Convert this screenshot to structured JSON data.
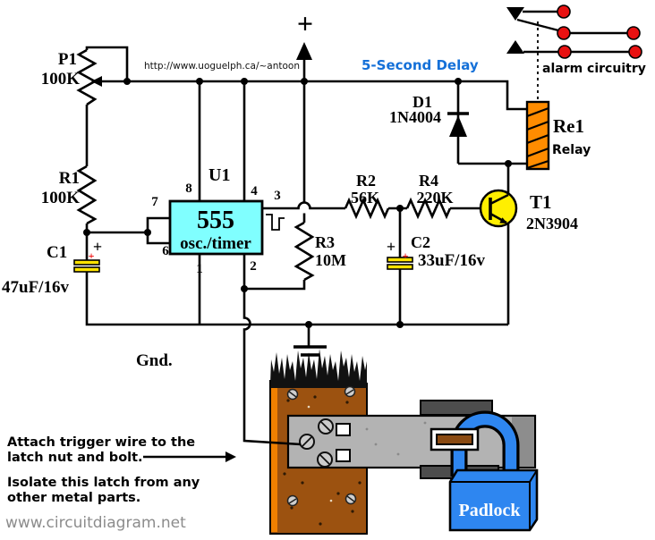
{
  "watermarks": {
    "source_url": "http://www.uoguelph.ca/~antoon",
    "site": "www.circuitdiagram.net"
  },
  "annotations": {
    "delay": "5-Second Delay",
    "alarm": "alarm circuitry",
    "supply_plus": "+",
    "polarity_plus": "+",
    "ground": "Gnd.",
    "note_attach_1": "Attach trigger wire to the",
    "note_attach_2": "latch nut and bolt.",
    "note_isolate_1": "Isolate this latch from any",
    "note_isolate_2": "other metal parts.",
    "padlock": "Padlock"
  },
  "components": {
    "p1": {
      "ref": "P1",
      "value": "100K"
    },
    "r1": {
      "ref": "R1",
      "value": "100K"
    },
    "r2": {
      "ref": "R2",
      "value": "56K"
    },
    "r3": {
      "ref": "R3",
      "value": "10M"
    },
    "r4": {
      "ref": "R4",
      "value": "220K"
    },
    "c1": {
      "ref": "C1",
      "value": "47uF/16v"
    },
    "c2": {
      "ref": "C2",
      "value": "33uF/16v"
    },
    "d1": {
      "ref": "D1",
      "value": "1N4004"
    },
    "t1": {
      "ref": "T1",
      "value": "2N3904"
    },
    "re1": {
      "ref": "Re1",
      "value": "Relay"
    },
    "u1": {
      "ref": "U1",
      "part": "555",
      "role": "osc./timer",
      "pins": {
        "p1": "1",
        "p2": "2",
        "p3": "3",
        "p4": "4",
        "p6": "6",
        "p7": "7",
        "p8": "8"
      }
    }
  },
  "colors": {
    "ic_fill": "#80FFFF",
    "transistor_fill": "#FFEF00",
    "relay_fill": "#FF8C00",
    "capacitor_plate": "#FFE300",
    "contact_red": "#E81111",
    "delay_text": "#1470D8",
    "padlock_blue": "#2E86F0",
    "wood_brown": "#9C5210",
    "wood_edge_orange": "#F08000",
    "latch_gray": "#B3B3B3",
    "site_text_gray": "#8C8C8C",
    "polarity_red": "#EE0000"
  }
}
